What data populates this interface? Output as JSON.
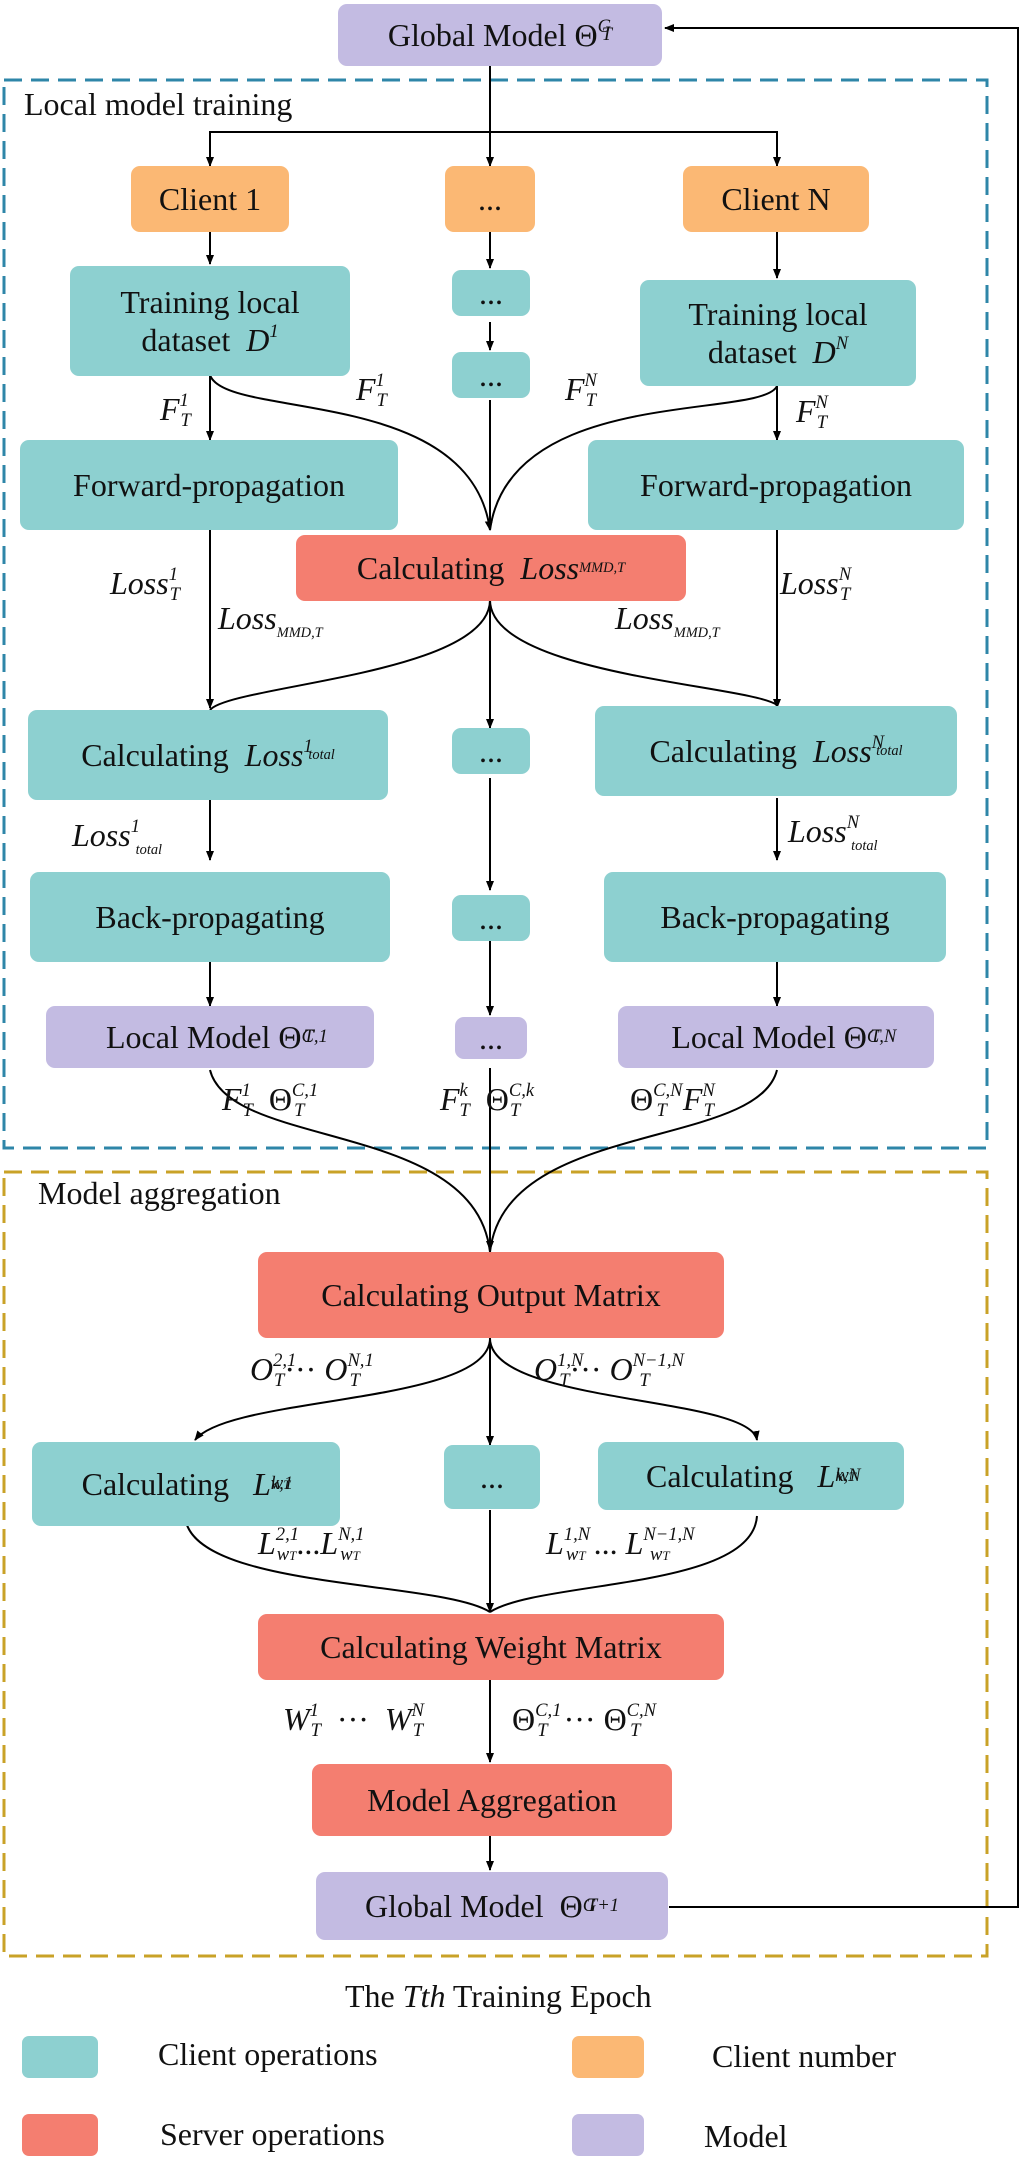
{
  "sections": {
    "local": "Local model training",
    "aggregation": "Model aggregation"
  },
  "nodes": {
    "global_top": "Global Model",
    "client1": "Client 1",
    "client_mid": "...",
    "clientN": "Client N",
    "train1_line1": "Training local",
    "train1_line2": "dataset",
    "trainN_line1": "Training local",
    "trainN_line2": "dataset",
    "mid_dots_1": "...",
    "mid_dots_2": "...",
    "fwd1": "Forward-propagation",
    "fwdN": "Forward-propagation",
    "calc_mmd": "Calculating",
    "calc_total1": "Calculating",
    "calc_totalN": "Calculating",
    "mid_dots_3": "...",
    "back1": "Back-propagating",
    "backN": "Back-propagating",
    "mid_dots_4": "...",
    "local1": "Local Model",
    "local_mid": "...",
    "localN": "Local Model",
    "calc_output": "Calculating  Output Matrix",
    "calc_l1": "Calculating",
    "calc_lmid": "...",
    "calc_lN": "Calculating",
    "calc_weight": "Calculating  Weight Matrix",
    "aggregate": "Model Aggregation",
    "global_bottom": "Global Model"
  },
  "math": {
    "theta": "Θ",
    "F": "F",
    "D": "D",
    "loss": "Loss",
    "O": "O",
    "L": "L",
    "W": "W",
    "ellipsis": "···",
    "ellipsis2": "...",
    "sub_T": "T",
    "sub_T1": "T+1",
    "sup_G": "G",
    "sup_1": "1",
    "sup_N": "N",
    "sup_k": "k",
    "sub_mmd": "MMD,T",
    "sub_total": "total",
    "sup_C1": "C,1",
    "sup_CN": "C,N",
    "sup_Ck": "C,k",
    "sup_21": "2,1",
    "sup_N1": "N,1",
    "sup_1N": "1,N",
    "sup_N_1N": "N−1,N",
    "sup_k1": "k,1",
    "sup_kN": "k,N",
    "sub_wT": "w",
    "sub_wT_T": "T"
  },
  "caption": {
    "prefix": "The ",
    "italic": "Tth",
    "suffix": " Training Epoch"
  },
  "legend": [
    {
      "label": "Client operations",
      "color": "#8dd0d0"
    },
    {
      "label": "Client number",
      "color": "#fbb874"
    },
    {
      "label": "Server operations",
      "color": "#f47e70"
    },
    {
      "label": "Model",
      "color": "#c3bbe2"
    }
  ],
  "colors": {
    "local_border": "#2e86a8",
    "aggregation_border": "#c9a227"
  }
}
